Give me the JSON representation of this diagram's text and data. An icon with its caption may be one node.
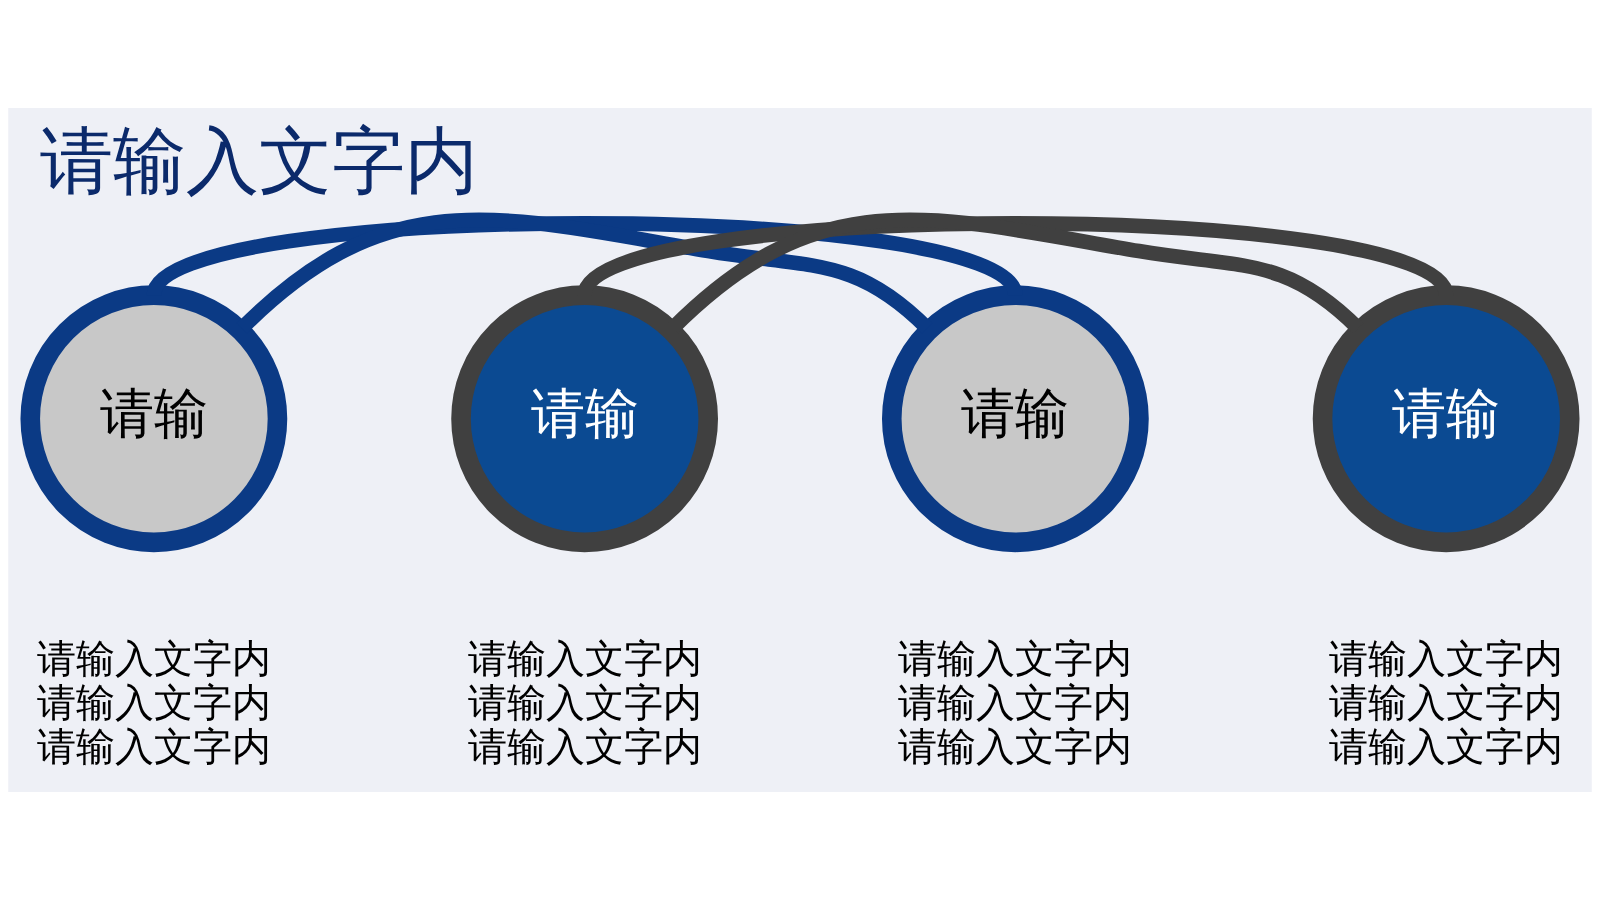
{
  "diagram": {
    "title": "请输入文字内",
    "nodes": [
      {
        "text": [
          "请输"
        ],
        "beside": [
          "请输入文字内",
          "请输入文字内",
          "请输入文字内"
        ]
      },
      {
        "text": [
          "请输"
        ],
        "beside": [
          "请输入文字内",
          "请输入文字内",
          "请输入文字内"
        ]
      },
      {
        "text": [
          "请输"
        ],
        "beside": [
          "请输入文字内",
          "请输入文字内",
          "请输入文字内"
        ]
      },
      {
        "text": [
          "请输"
        ],
        "beside": [
          "请输入文字内",
          "请输入文字内",
          "请输入文字内"
        ]
      }
    ],
    "edges": [
      {
        "from": 0,
        "to": 2,
        "arrow": "none",
        "color": "#0b3a85"
      },
      {
        "from": 0,
        "to": 2,
        "arrow": "none",
        "color": "#0b3a85"
      },
      {
        "from": 1,
        "to": 3,
        "arrow": "none",
        "color": "#404040"
      },
      {
        "from": 1,
        "to": 3,
        "arrow": "none",
        "color": "#404040"
      }
    ]
  }
}
